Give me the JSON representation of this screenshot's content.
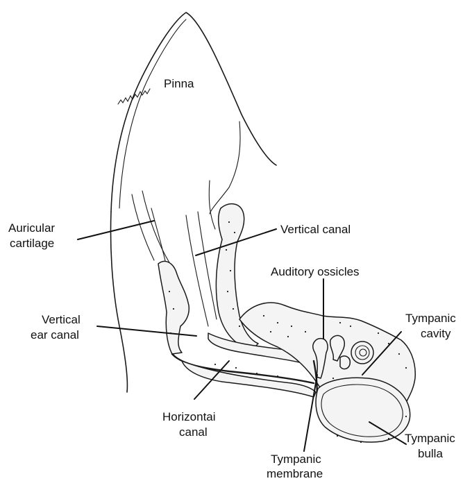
{
  "labels": {
    "pinna": "Pinna",
    "auricular_cartilage": [
      "Auricular",
      "cartilage"
    ],
    "vertical_canal": "Vertical canal",
    "auditory_ossicles": "Auditory ossicles",
    "vertical_ear_canal": [
      "Vertical",
      "ear canal"
    ],
    "tympanic_cavity": [
      "Tympanic",
      "cavity"
    ],
    "horizontal_canal": [
      "Horizontai",
      "canal"
    ],
    "tympanic_bulla": [
      "Tympanic",
      "bulla"
    ],
    "tympanic_membrane": [
      "Tympanic",
      "membrane"
    ]
  }
}
